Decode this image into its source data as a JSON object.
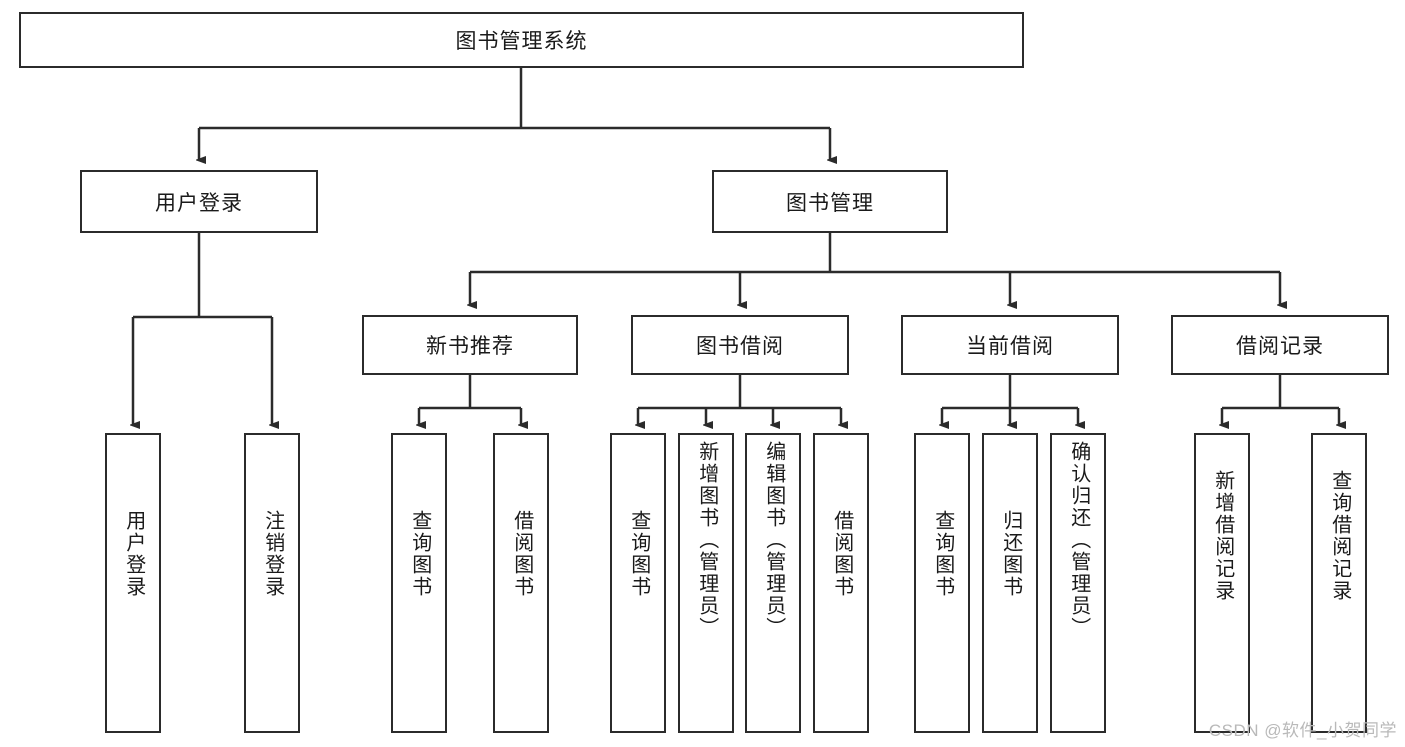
{
  "diagram": {
    "title": "图书管理系统",
    "type": "tree-hierarchy",
    "root": {
      "label": "图书管理系统"
    },
    "level2": [
      {
        "label": "用户登录"
      },
      {
        "label": "图书管理"
      }
    ],
    "level3": [
      {
        "label": "新书推荐"
      },
      {
        "label": "图书借阅"
      },
      {
        "label": "当前借阅"
      },
      {
        "label": "借阅记录"
      }
    ],
    "leaves": {
      "user_login": [
        {
          "label": "用户登录"
        },
        {
          "label": "注销登录"
        }
      ],
      "new_book_recommend": [
        {
          "label": "查询图书"
        },
        {
          "label": "借阅图书"
        }
      ],
      "book_borrow": [
        {
          "label": "查询图书"
        },
        {
          "label": "新增图书（管理员）"
        },
        {
          "label": "编辑图书（管理员）"
        },
        {
          "label": "借阅图书"
        }
      ],
      "current_borrow": [
        {
          "label": "查询图书"
        },
        {
          "label": "归还图书"
        },
        {
          "label": "确认归还（管理员）"
        }
      ],
      "borrow_record": [
        {
          "label": "新增借阅记录"
        },
        {
          "label": "查询借阅记录"
        }
      ]
    }
  },
  "watermark": {
    "text": "CSDN @软件_小贺同学"
  },
  "colors": {
    "border": "#2b2b2b",
    "background": "#ffffff",
    "text": "#1a1a1a",
    "watermark": "#b9b9b9"
  }
}
